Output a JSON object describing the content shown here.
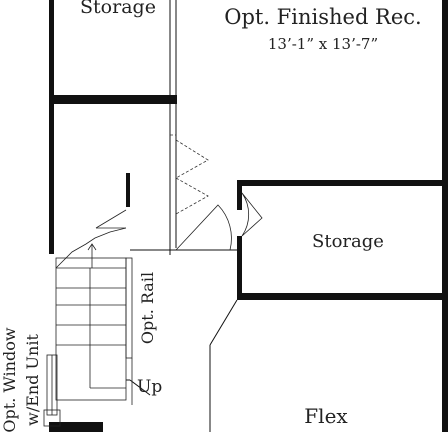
{
  "labels": {
    "storage_top": "Storage",
    "rec_room_name": "Opt. Finished Rec.",
    "rec_room_size": "13’-1” x 13’-7”",
    "storage_right": "Storage",
    "opt_rail": "Opt. Rail",
    "stair_direction": "Up",
    "flex": "Flex",
    "window_note_line1": "Opt. Window",
    "window_note_line2": "w/End Unit"
  }
}
